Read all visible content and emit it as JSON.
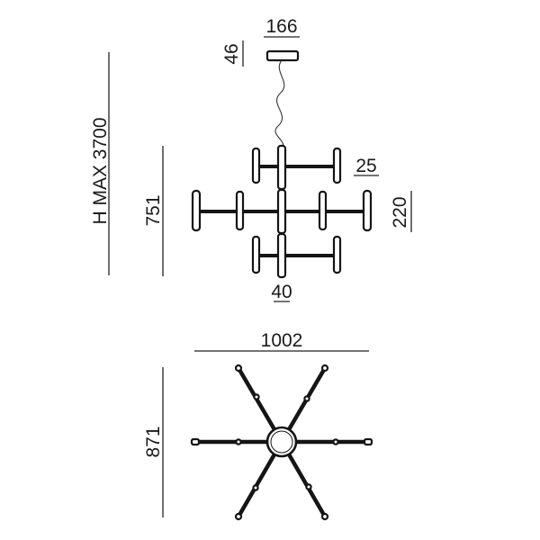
{
  "dimensions": {
    "canopy_width": "166",
    "canopy_height": "46",
    "max_height": "H MAX 3700",
    "body_height": "751",
    "fixture_depth": "220",
    "bar_thickness": "25",
    "tube_width": "40",
    "top_width": "1002",
    "top_depth": "871"
  }
}
